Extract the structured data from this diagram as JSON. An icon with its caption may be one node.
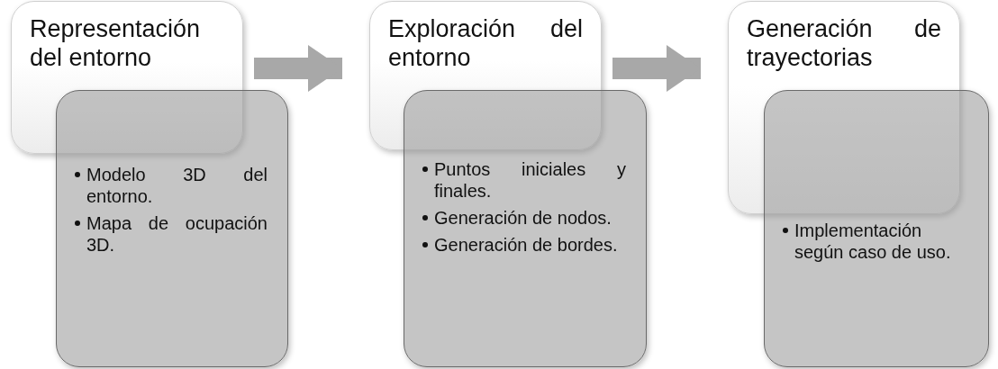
{
  "diagram": {
    "nodes": [
      {
        "text": [
          "Representación del entorno"
        ]
      },
      {
        "text": [
          "Modelo 3D del entorno.",
          "Mapa de ocupación 3D."
        ]
      },
      {
        "text": [
          "Exploración del entorno"
        ]
      },
      {
        "text": [
          "Puntos iniciales y finales.",
          "Generación de nodos.",
          "Generación de bordes."
        ]
      },
      {
        "text": [
          "Generación de trayectorias"
        ]
      },
      {
        "text": [
          "Implementación según caso de uso."
        ]
      }
    ],
    "edges": [
      {
        "from": 0,
        "to": 2,
        "arrow": "to"
      },
      {
        "from": 2,
        "to": 4,
        "arrow": "to"
      }
    ]
  }
}
